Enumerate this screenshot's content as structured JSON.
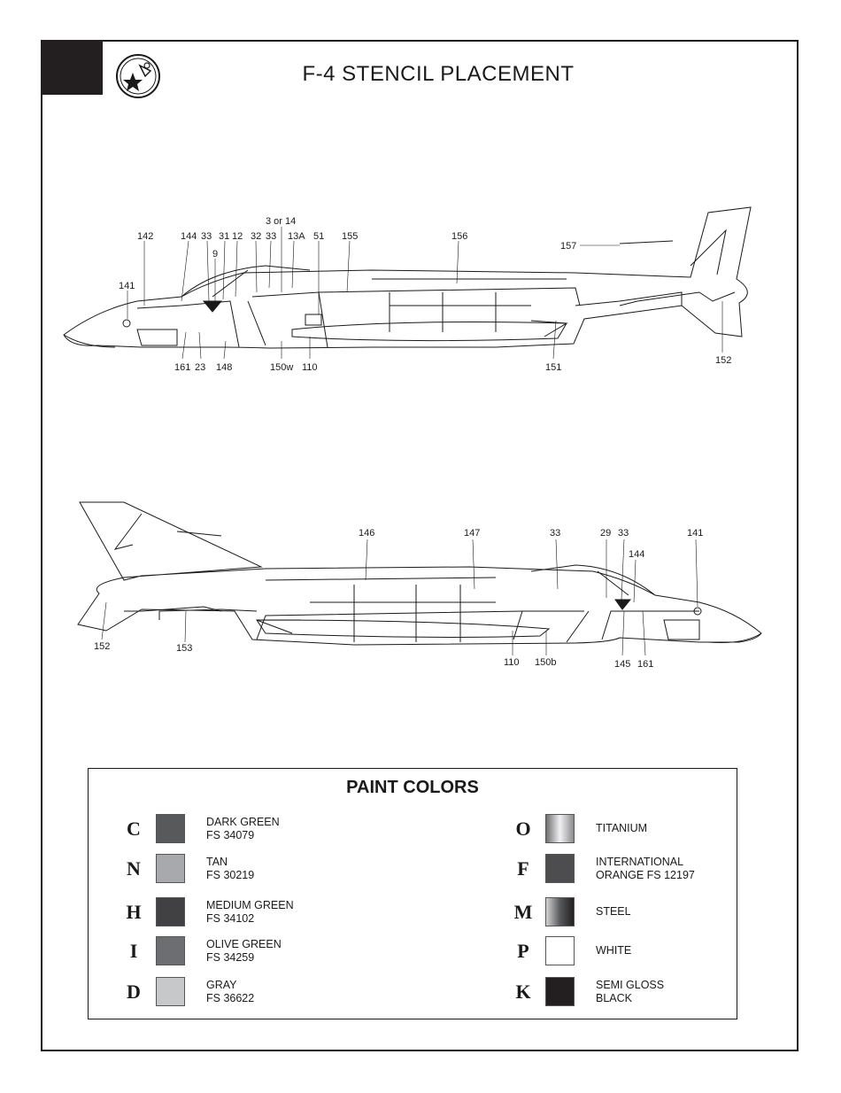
{
  "header": {
    "title": "F-4 STENCIL PLACEMENT"
  },
  "top_view": {
    "callouts": [
      "142",
      "144",
      "33",
      "31",
      "12",
      "32",
      "33",
      "13A",
      "51",
      "155",
      "156",
      "157",
      "3 or 14",
      "9",
      "141",
      "161",
      "23",
      "148",
      "150w",
      "110",
      "151",
      "152"
    ]
  },
  "bottom_view": {
    "callouts": [
      "146",
      "147",
      "33",
      "29",
      "33",
      "141",
      "144",
      "152",
      "153",
      "110",
      "150b",
      "145",
      "161"
    ]
  },
  "legend": {
    "title": "PAINT COLORS",
    "left": [
      {
        "code": "C",
        "name": "DARK GREEN",
        "fs": "FS 34079",
        "color": "#58595b"
      },
      {
        "code": "N",
        "name": "TAN",
        "fs": "FS 30219",
        "color": "#a7a9ac"
      },
      {
        "code": "H",
        "name": "MEDIUM GREEN",
        "fs": "FS 34102",
        "color": "#414042"
      },
      {
        "code": "I",
        "name": "OLIVE GREEN",
        "fs": "FS 34259",
        "color": "#6d6e71"
      },
      {
        "code": "D",
        "name": "GRAY",
        "fs": "FS 36622",
        "color": "#c7c8ca"
      }
    ],
    "right": [
      {
        "code": "O",
        "name": "TITANIUM",
        "fs": "",
        "color": "gradient-titanium"
      },
      {
        "code": "F",
        "name": "INTERNATIONAL",
        "fs": "ORANGE FS 12197",
        "color": "#4d4d4f"
      },
      {
        "code": "M",
        "name": "STEEL",
        "fs": "",
        "color": "gradient-steel"
      },
      {
        "code": "P",
        "name": "WHITE",
        "fs": "",
        "color": "#ffffff"
      },
      {
        "code": "K",
        "name": "SEMI GLOSS",
        "fs": "BLACK",
        "color": "#231f20"
      }
    ]
  }
}
